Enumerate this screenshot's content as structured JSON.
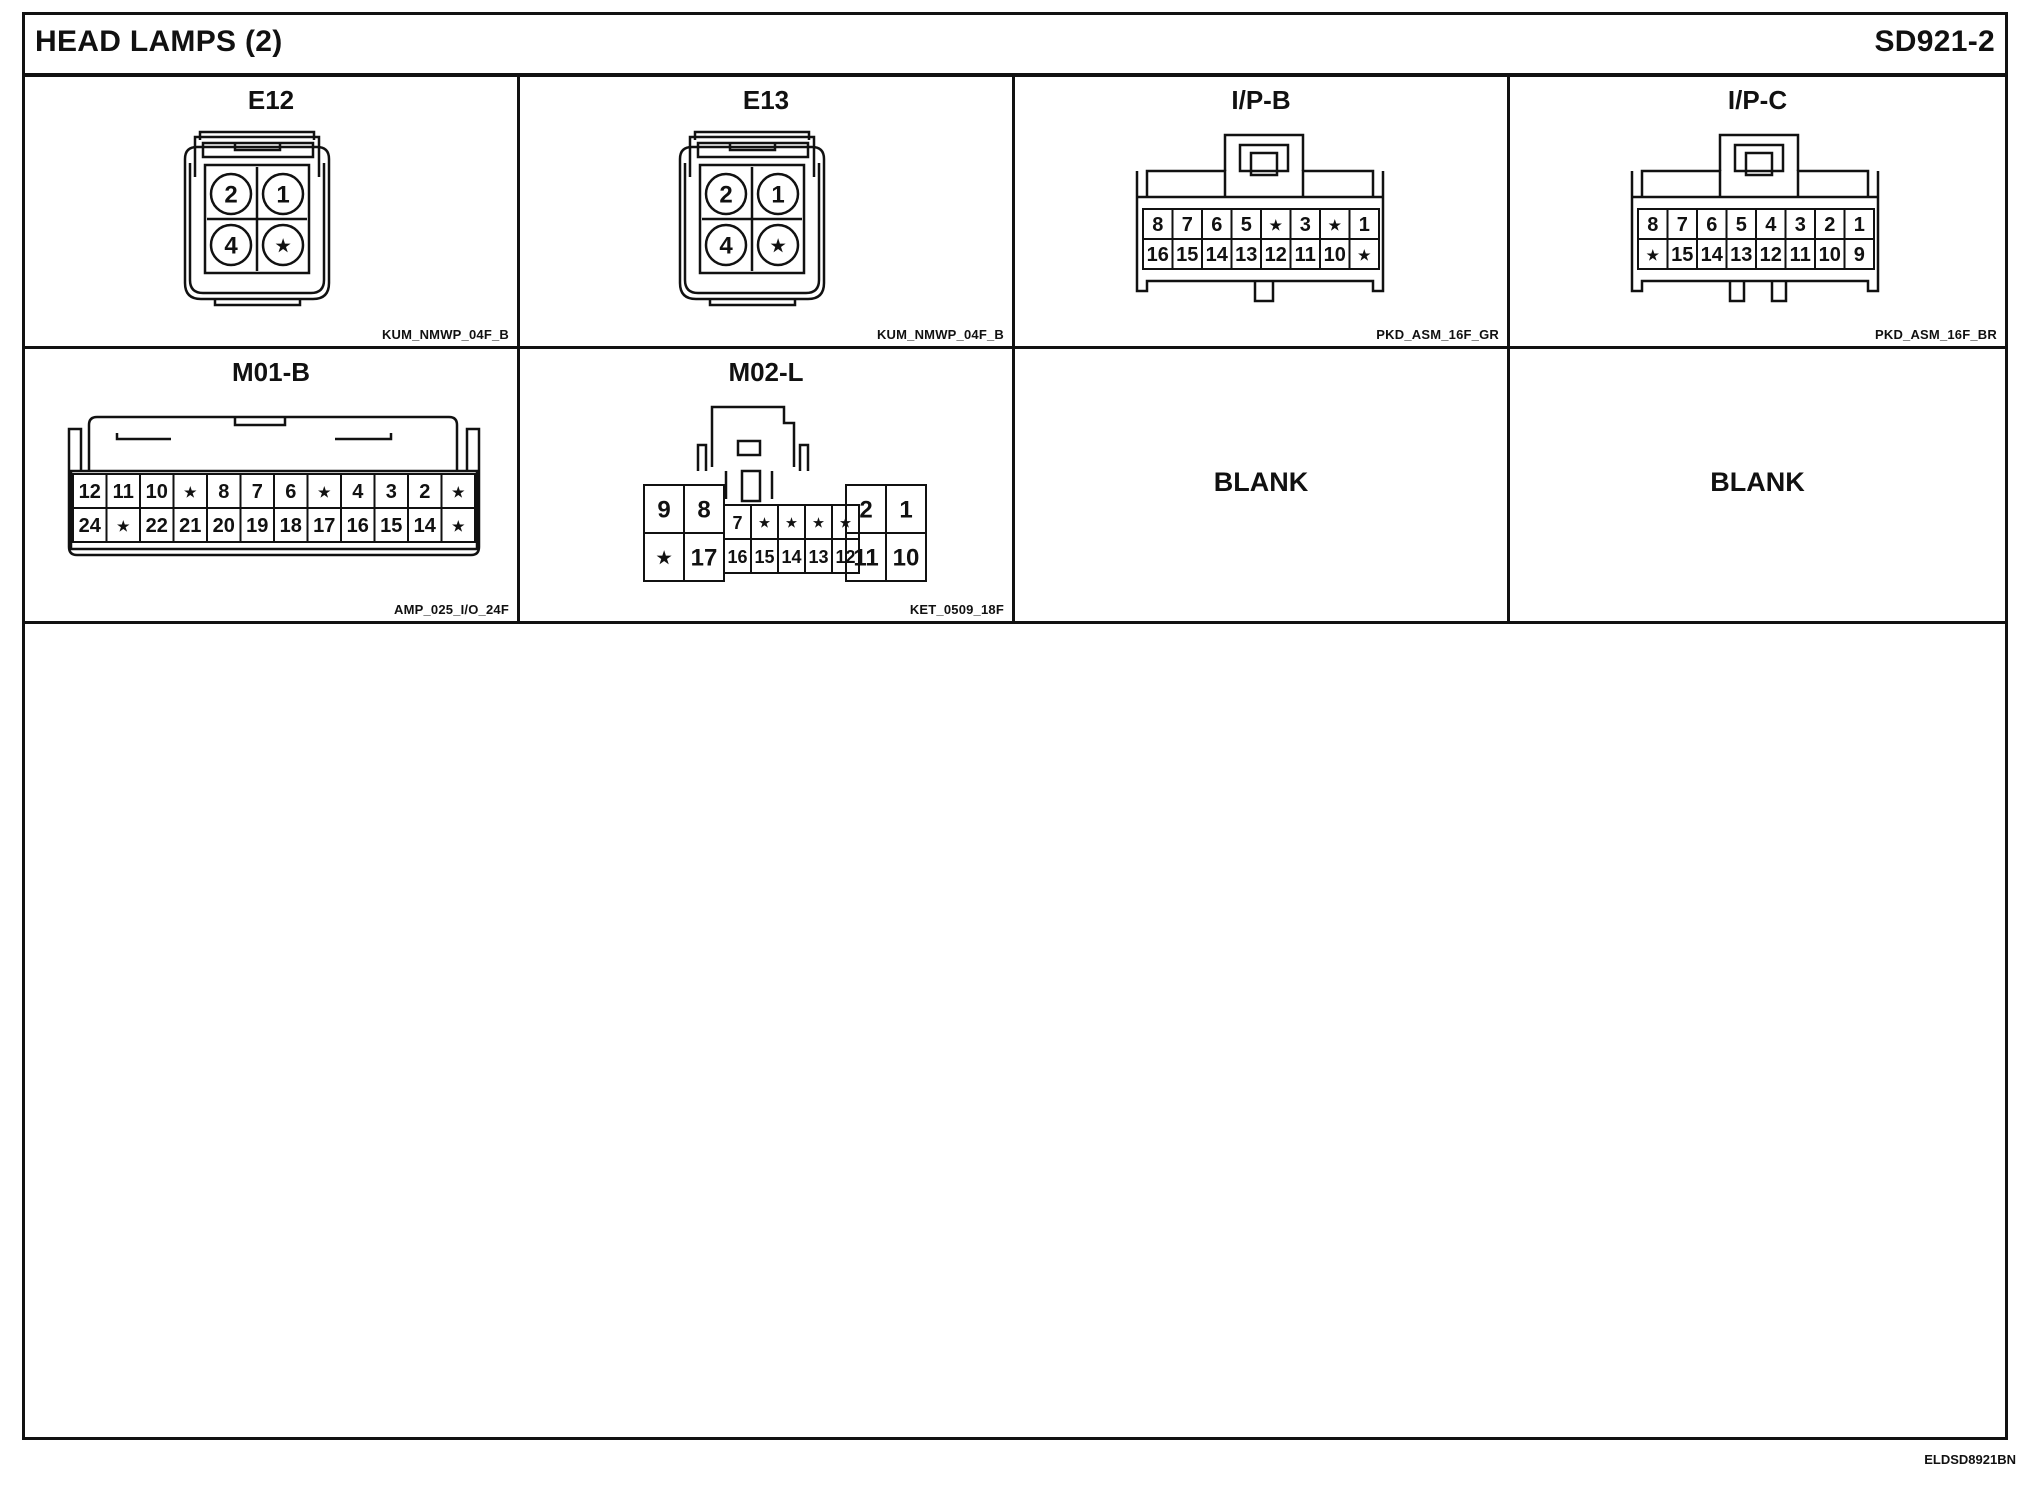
{
  "header": {
    "title": "HEAD LAMPS (2)",
    "code": "SD921-2"
  },
  "connectors": [
    {
      "name": "E12",
      "part": "KUM_NMWP_04F_B",
      "pins": [
        [
          "2",
          "1"
        ],
        [
          "4",
          "*"
        ]
      ]
    },
    {
      "name": "E13",
      "part": "KUM_NMWP_04F_B",
      "pins": [
        [
          "2",
          "1"
        ],
        [
          "4",
          "*"
        ]
      ]
    },
    {
      "name": "I/P-B",
      "part": "PKD_ASM_16F_GR",
      "pins": [
        [
          "8",
          "7",
          "6",
          "5",
          "*",
          "3",
          "*",
          "1"
        ],
        [
          "16",
          "15",
          "14",
          "13",
          "12",
          "11",
          "10",
          "*"
        ]
      ]
    },
    {
      "name": "I/P-C",
      "part": "PKD_ASM_16F_BR",
      "pins": [
        [
          "8",
          "7",
          "6",
          "5",
          "4",
          "3",
          "2",
          "1"
        ],
        [
          "*",
          "15",
          "14",
          "13",
          "12",
          "11",
          "10",
          "9"
        ]
      ]
    },
    {
      "name": "M01-B",
      "part": "AMP_025_I/O_24F",
      "pins": [
        [
          "12",
          "11",
          "10",
          "*",
          "8",
          "7",
          "6",
          "*",
          "4",
          "3",
          "2",
          "*"
        ],
        [
          "24",
          "*",
          "22",
          "21",
          "20",
          "19",
          "18",
          "17",
          "16",
          "15",
          "14",
          "*"
        ]
      ]
    },
    {
      "name": "M02-L",
      "part": "KET_0509_18F",
      "left_pins": [
        [
          "9",
          "8"
        ],
        [
          "*",
          "17"
        ]
      ],
      "mid_pins": [
        [
          "7",
          "*",
          "*",
          "*",
          "*"
        ],
        [
          "16",
          "15",
          "14",
          "13",
          "12"
        ]
      ],
      "right_pins": [
        [
          "2",
          "1"
        ],
        [
          "11",
          "10"
        ]
      ]
    }
  ],
  "blank_cells": [
    "BLANK",
    "BLANK"
  ],
  "footer": {
    "doc_id": "ELDSD8921BN"
  }
}
